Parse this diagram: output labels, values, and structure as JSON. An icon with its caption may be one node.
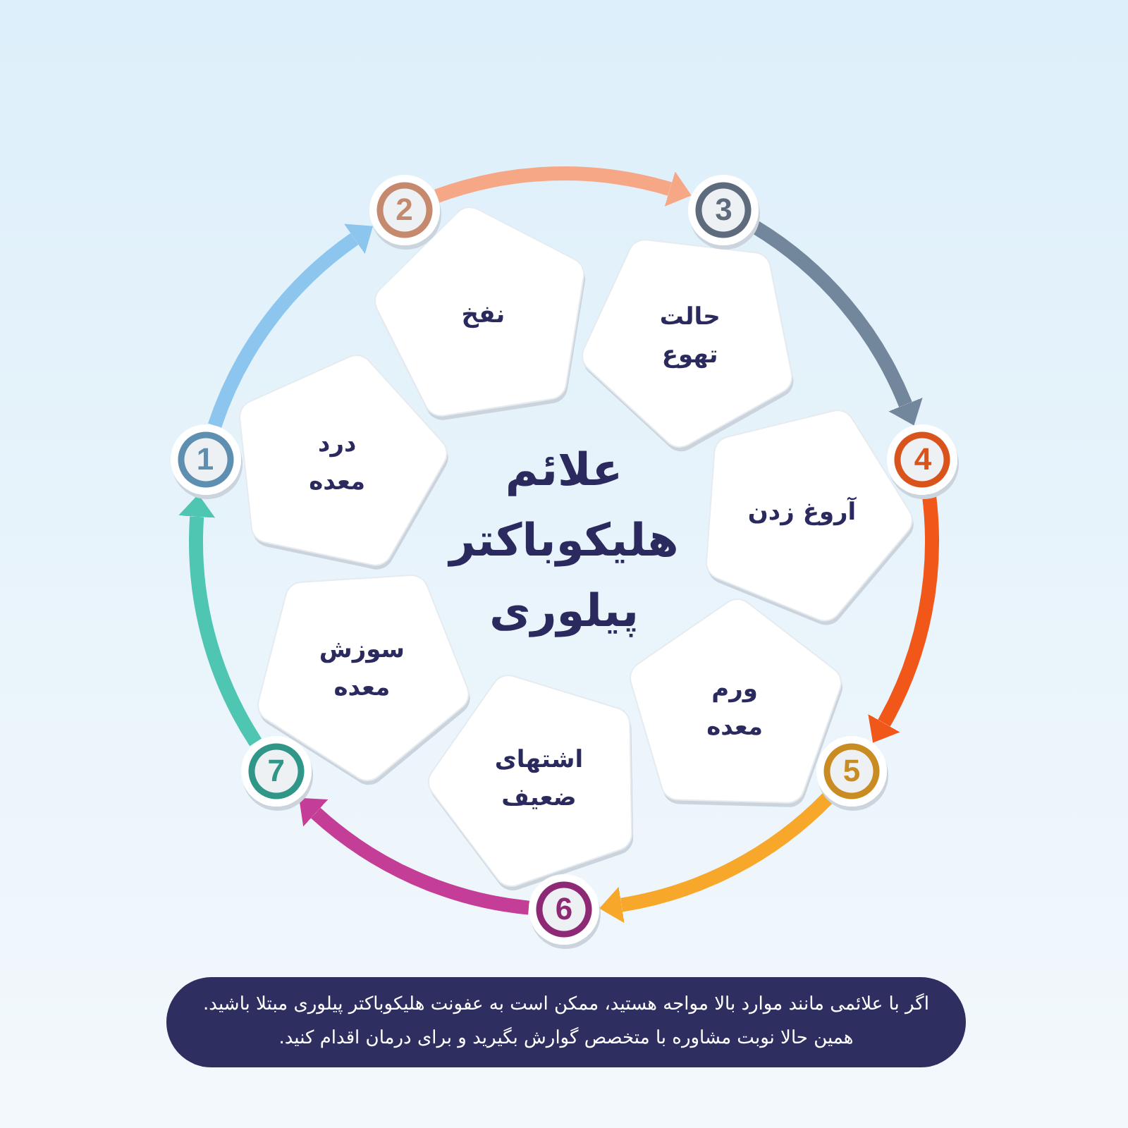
{
  "diagram": {
    "title": "علائم هلیکوباکتر پیلوری",
    "nodes": [
      {
        "text": [
          "1"
        ]
      },
      {
        "text": [
          "درد معده"
        ]
      },
      {
        "text": [
          "2"
        ]
      },
      {
        "text": [
          "نفخ"
        ]
      },
      {
        "text": [
          "3"
        ]
      },
      {
        "text": [
          "حالت تهوع"
        ]
      },
      {
        "text": [
          "4"
        ]
      },
      {
        "text": [
          "آروغ زدن"
        ]
      },
      {
        "text": [
          "5"
        ]
      },
      {
        "text": [
          "ورم معده"
        ]
      },
      {
        "text": [
          "6"
        ]
      },
      {
        "text": [
          "اشتهای ضعیف"
        ]
      },
      {
        "text": [
          "7"
        ]
      },
      {
        "text": [
          "سوزش معده"
        ]
      },
      {
        "text": [
          "اگر با علائمی مانند موارد بالا مواجه هستید، ممکن است به عفونت هلیکوباکتر پیلوری مبتلا باشید.",
          "همین حالا نوبت مشاوره با متخصص گوارش بگیرید و برای درمان اقدام کنید."
        ]
      }
    ],
    "edges": [
      {
        "from": 0,
        "to": 2,
        "arrow": "to",
        "color": "#8cc6ee"
      },
      {
        "from": 2,
        "to": 4,
        "arrow": "to",
        "color": "#f6a886"
      },
      {
        "from": 4,
        "to": 6,
        "arrow": "to",
        "color": "#72869c"
      },
      {
        "from": 6,
        "to": 8,
        "arrow": "to",
        "color": "#f2571a"
      },
      {
        "from": 8,
        "to": 10,
        "arrow": "to",
        "color": "#f7a82a"
      },
      {
        "from": 10,
        "to": 12,
        "arrow": "to",
        "color": "#c43d97"
      },
      {
        "from": 12,
        "to": 0,
        "arrow": "to",
        "color": "#4ec6b2"
      }
    ]
  }
}
